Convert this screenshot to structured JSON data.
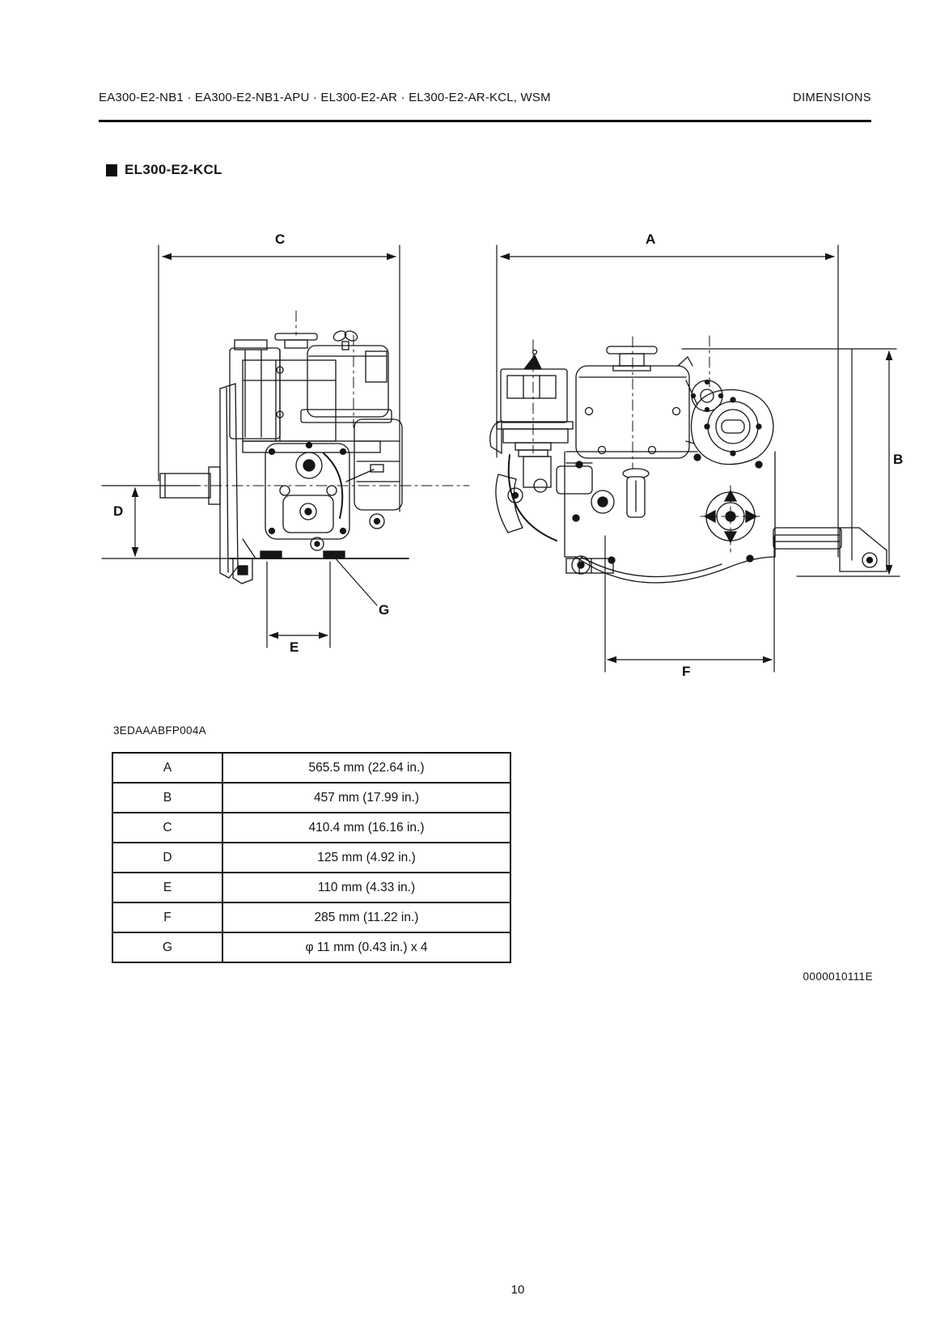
{
  "header": {
    "models": "EA300-E2-NB1 · EA300-E2-NB1-APU · EL300-E2-AR · EL300-E2-AR-KCL,  WSM",
    "page_section": "DIMENSIONS"
  },
  "section": {
    "title": "EL300-E2-KCL"
  },
  "figure": {
    "code": "3EDAAABFP004A",
    "description": "Two technical line drawings of the EL300-E2-KCL engine (side view left, front view right) with dimension callouts",
    "labels": {
      "A": "A",
      "B": "B",
      "C": "C",
      "D": "D",
      "E": "E",
      "F": "F",
      "G": "G"
    }
  },
  "dimensions_table": {
    "rows": [
      {
        "key": "A",
        "value": "565.5 mm (22.64 in.)"
      },
      {
        "key": "B",
        "value": "457 mm (17.99 in.)"
      },
      {
        "key": "C",
        "value": "410.4 mm (16.16 in.)"
      },
      {
        "key": "D",
        "value": "125 mm (4.92 in.)"
      },
      {
        "key": "E",
        "value": "110 mm (4.33 in.)"
      },
      {
        "key": "F",
        "value": "285 mm (11.22 in.)"
      },
      {
        "key": "G",
        "value": "φ 11 mm (0.43 in.) x 4"
      }
    ]
  },
  "footer": {
    "doc_number": "0000010111E",
    "page_number": "10"
  }
}
